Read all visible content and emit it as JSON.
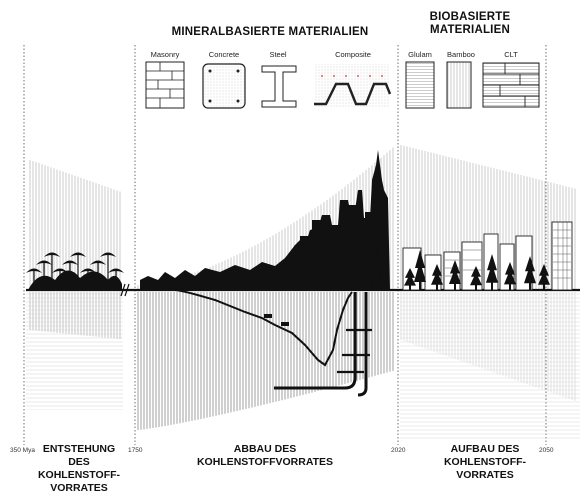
{
  "headers": {
    "mineral": "MINERALBASIERTE MATERIALIEN",
    "bio_line1": "BIOBASIERTE",
    "bio_line2": "MATERIALIEN"
  },
  "materials": {
    "mineral": [
      "Masonry",
      "Concrete",
      "Steel",
      "Composite"
    ],
    "bio": [
      "Glulam",
      "Bamboo",
      "CLT"
    ]
  },
  "timeline": {
    "y1": "350 Mya",
    "y2": "1750",
    "y3": "2020",
    "y4": "2050"
  },
  "eras": {
    "formation": [
      "ENTSTEHUNG",
      "DES",
      "KOHLENSTOFF-",
      "VORRATES"
    ],
    "depletion": [
      "ABBAU DES",
      "KOHLENSTOFFVORRATES"
    ],
    "buildup": [
      "AUFBAU DES",
      "KOHLENSTOFF-",
      "VORRATES"
    ]
  },
  "colors": {
    "ink": "#111111",
    "line_grey": "#a8a8a8",
    "ground_grey": "#e8e8e8"
  }
}
